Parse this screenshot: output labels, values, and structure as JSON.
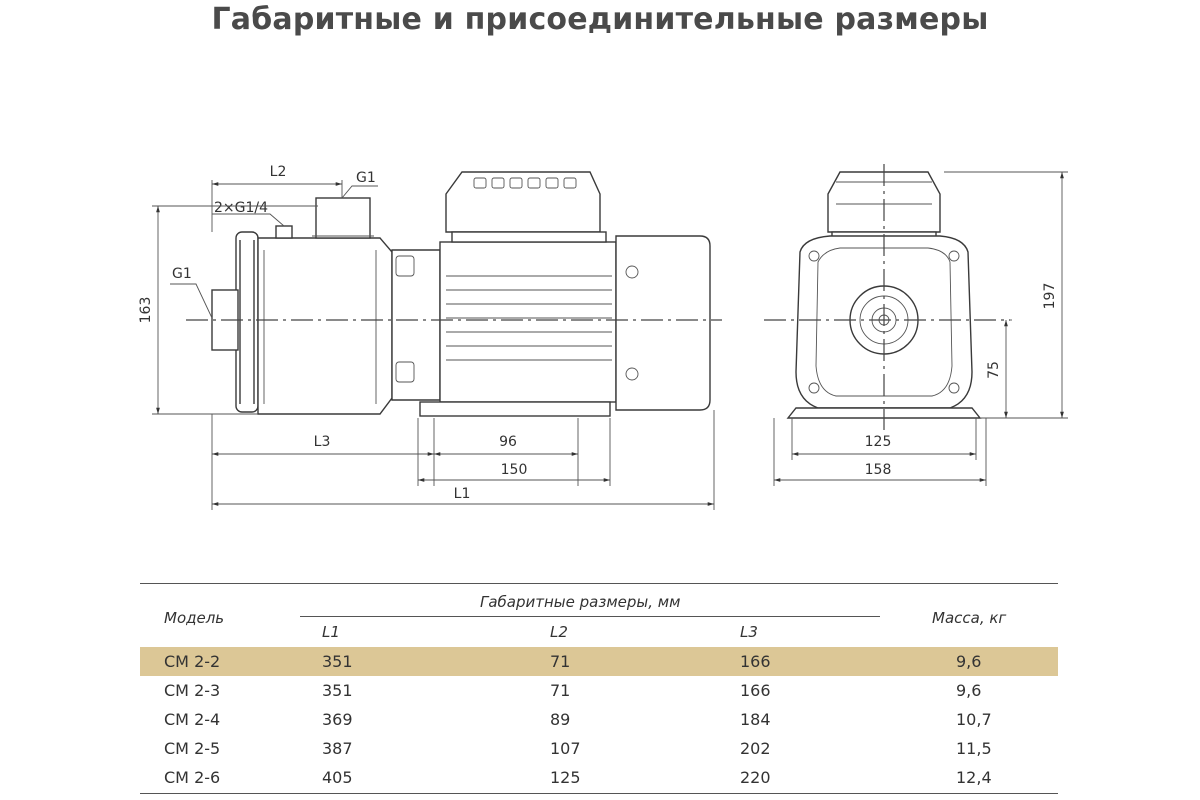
{
  "title": "Габаритные и присоединительные размеры",
  "drawing": {
    "labels": {
      "l2": "L2",
      "g1_top": "G1",
      "g14": "2×G1/4",
      "g1_side": "G1",
      "h163": "163",
      "l3": "L3",
      "d96": "96",
      "d150": "150",
      "l1": "L1",
      "h197": "197",
      "h75": "75",
      "d125": "125",
      "d158": "158"
    }
  },
  "table": {
    "header_model": "Модель",
    "header_group": "Габаритные размеры, мм",
    "header_l1": "L1",
    "header_l2": "L2",
    "header_l3": "L3",
    "header_mass": "Масса, кг",
    "highlight_color": "#dcc796",
    "rows": [
      {
        "model": "CM 2-2",
        "l1": "351",
        "l2": "71",
        "l3": "166",
        "mass": "9,6",
        "highlighted": true
      },
      {
        "model": "CM 2-3",
        "l1": "351",
        "l2": "71",
        "l3": "166",
        "mass": "9,6",
        "highlighted": false
      },
      {
        "model": "CM 2-4",
        "l1": "369",
        "l2": "89",
        "l3": "184",
        "mass": "10,7",
        "highlighted": false
      },
      {
        "model": "CM 2-5",
        "l1": "387",
        "l2": "107",
        "l3": "202",
        "mass": "11,5",
        "highlighted": false
      },
      {
        "model": "CM 2-6",
        "l1": "405",
        "l2": "125",
        "l3": "220",
        "mass": "12,4",
        "highlighted": false
      }
    ]
  }
}
